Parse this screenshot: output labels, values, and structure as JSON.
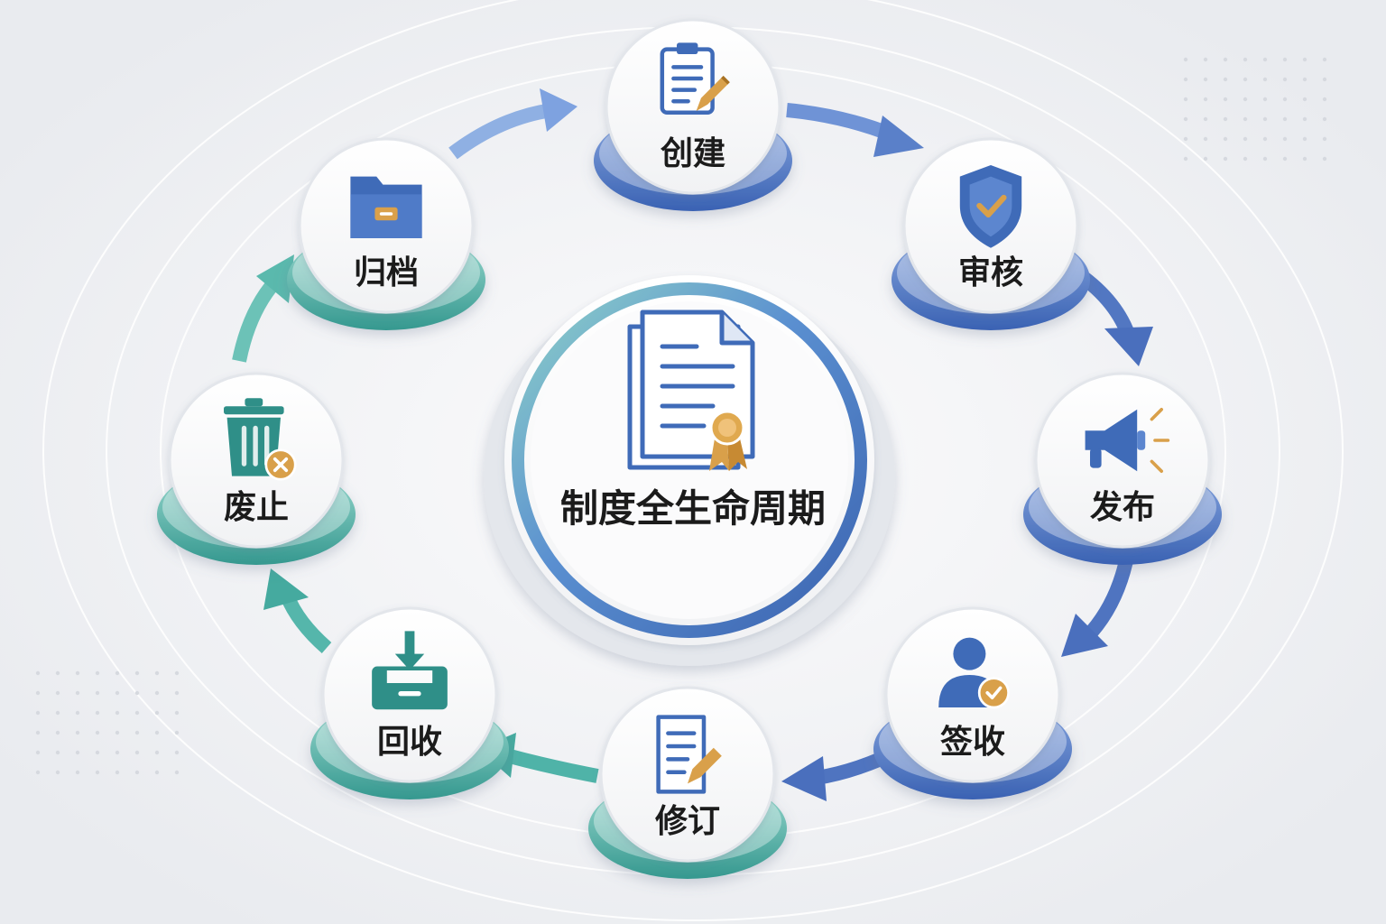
{
  "center": {
    "label": "制度全生命周期",
    "icon": "certified-document-icon"
  },
  "stages": [
    {
      "id": "create",
      "label": "创建",
      "icon": "clipboard-edit-icon",
      "tone": "blue"
    },
    {
      "id": "review",
      "label": "审核",
      "icon": "shield-check-icon",
      "tone": "blue"
    },
    {
      "id": "publish",
      "label": "发布",
      "icon": "megaphone-icon",
      "tone": "blue"
    },
    {
      "id": "sign",
      "label": "签收",
      "icon": "user-check-icon",
      "tone": "blue"
    },
    {
      "id": "revise",
      "label": "修订",
      "icon": "document-edit-icon",
      "tone": "teal"
    },
    {
      "id": "recall",
      "label": "回收",
      "icon": "inbox-download-icon",
      "tone": "teal"
    },
    {
      "id": "abolish",
      "label": "废止",
      "icon": "trash-x-icon",
      "tone": "teal"
    },
    {
      "id": "archive",
      "label": "归档",
      "icon": "folder-icon",
      "tone": "teal"
    }
  ],
  "colors": {
    "blue": "#3f6bb8",
    "blue_light": "#7fa0dc",
    "teal": "#3aa39b",
    "teal_light": "#8ad3c9",
    "gold": "#d9a04a",
    "background": "#eef0f3"
  }
}
